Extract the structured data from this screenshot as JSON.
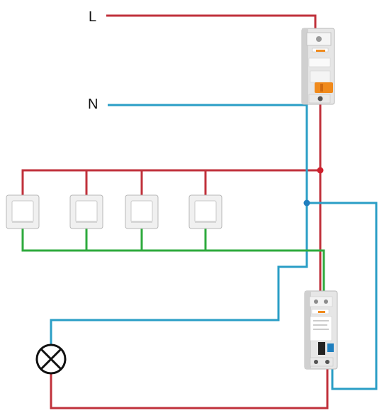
{
  "labels": {
    "line": "L",
    "neutral": "N"
  },
  "colors": {
    "phase_wire": "#c0313b",
    "neutral_wire": "#2a9ec6",
    "control_wire": "#2eaa3d",
    "junction_phase": "#d01f2c",
    "junction_neutral": "#1f7fbf",
    "device_body": "#e6e6e6",
    "breaker_accent": "#f08a1c",
    "lamp_stroke": "#111111"
  },
  "icons": {
    "circuit_breaker": "circuit-breaker-icon",
    "push_button": "push-button-switch-icon",
    "impulse_relay": "impulse-relay-icon",
    "lamp": "lamp-icon"
  },
  "components": {
    "switch_count": 4
  }
}
